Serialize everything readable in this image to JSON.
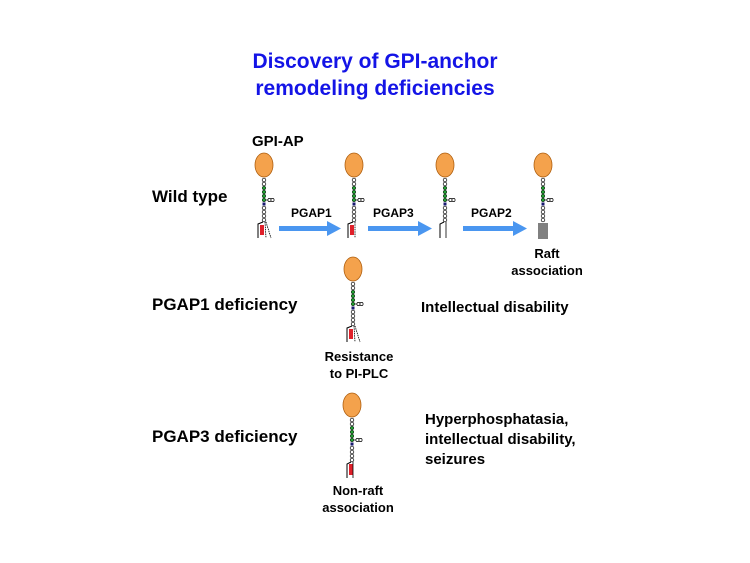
{
  "title": {
    "line1": "Discovery of GPI-anchor",
    "line2": "remodeling deficiencies"
  },
  "gpi_ap_label": "GPI-AP",
  "rows": {
    "wild_type": "Wild type",
    "pgap1_deficiency": "PGAP1 deficiency",
    "pgap3_deficiency": "PGAP3 deficiency"
  },
  "enzymes": {
    "step1": "PGAP1",
    "step2": "PGAP3",
    "step3": "PGAP2"
  },
  "notes": {
    "raft_line1": "Raft",
    "raft_line2": "association",
    "resistance_line1": "Resistance",
    "resistance_line2": "to PI-PLC",
    "nonraft_line1": "Non-raft",
    "nonraft_line2": "association"
  },
  "outcomes": {
    "pgap1": "Intellectual disability",
    "pgap3_line1": "Hyperphosphatasia,",
    "pgap3_line2": "intellectual disability,",
    "pgap3_line3": "seizures"
  },
  "colors": {
    "title": "#1414e6",
    "protein": "#f4a24c",
    "glycan_green": "#22a032",
    "acyl_red": "#e0202a",
    "arrow": "#4a96f0"
  }
}
